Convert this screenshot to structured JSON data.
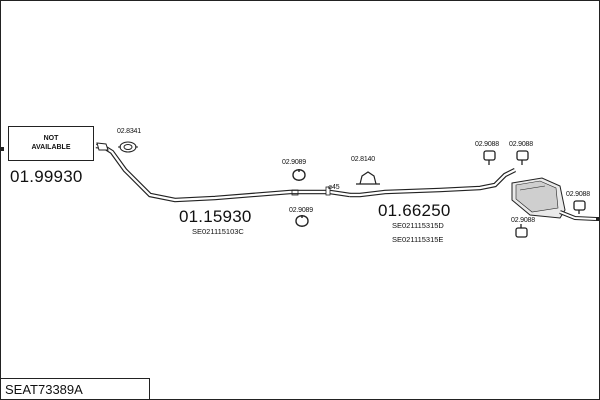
{
  "not_available": {
    "line1": "NOT",
    "line2": "AVAILABLE"
  },
  "footer_code": "SEAT73389A",
  "main_parts": [
    {
      "part_no": "01.99930"
    },
    {
      "part_no": "01.15930",
      "oe_refs": [
        "SE021115103C"
      ]
    },
    {
      "part_no": "01.66250",
      "oe_refs": [
        "SE021115315D",
        "SE021115315E"
      ]
    }
  ],
  "accessories": {
    "clamp_front": "02.8341",
    "hanger_mid_top": "02.9089",
    "hanger_mid_bottom": "02.9089",
    "clamp_mid": "02.8140",
    "diameter": "⌀45",
    "hanger_rear_1": "02.9088",
    "hanger_rear_2": "02.9088",
    "hanger_rear_3": "02.9088",
    "hanger_rear_4": "02.9088"
  },
  "icons": [
    "pipe-front-icon",
    "pipe-mid-icon",
    "muffler-rear-icon",
    "clamp-icon",
    "rubber-hanger-icon"
  ],
  "colors": {
    "line": "#222222",
    "background": "#ffffff"
  }
}
